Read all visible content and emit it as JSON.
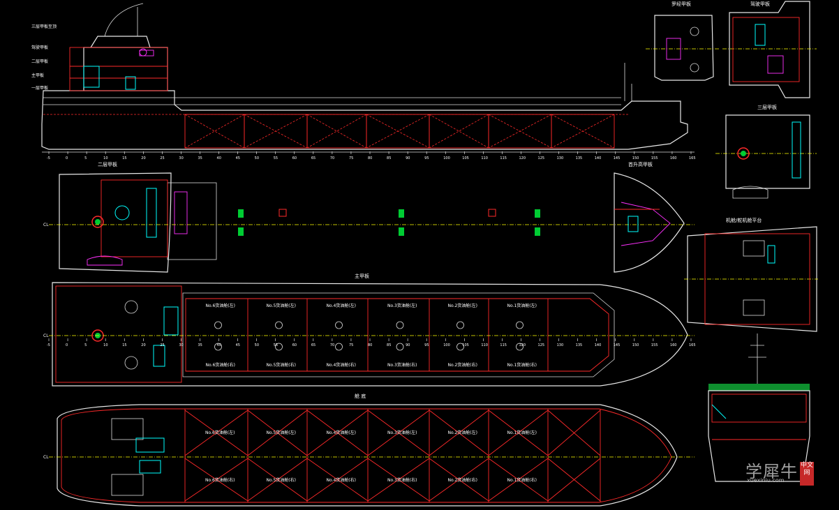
{
  "drawing": {
    "views": {
      "compass_deck": "罗经甲板",
      "bridge_deck": "驾驶甲板",
      "third_deck": "三层甲板",
      "second_deck": "二层甲板",
      "forecastle_deck": "首升高甲板",
      "main_deck": "主甲板",
      "platform": "机舱/舵机舱平台",
      "hold": "舱 底"
    },
    "profile_notes": [
      "三层甲板至顶",
      "驾驶甲板",
      "二层甲板",
      "主甲板",
      "一层甲板"
    ],
    "tanks_top": [
      "No.6货油舱(左)",
      "No.5货油舱(左)",
      "No.4货油舱(左)",
      "No.3货油舱(左)",
      "No.2货油舱(左)",
      "No.1货油舱(左)"
    ],
    "tanks_bottom": [
      "No.6货油舱(右)",
      "No.5货油舱(右)",
      "No.4货油舱(右)",
      "No.3货油舱(右)",
      "No.2货油舱(右)",
      "No.1货油舱(右)"
    ],
    "frame_ticks": [
      "-5",
      "0",
      "5",
      "10",
      "15",
      "20",
      "25",
      "30",
      "35",
      "40",
      "45",
      "50",
      "55",
      "60",
      "65",
      "70",
      "75",
      "80",
      "85",
      "90",
      "95",
      "100",
      "105",
      "110",
      "115",
      "120",
      "125",
      "130",
      "135",
      "140",
      "145",
      "150",
      "155",
      "160",
      "165"
    ],
    "centerline_mark": "CL"
  },
  "watermark": {
    "text": "学犀牛",
    "url": "xuexiniu.com",
    "badge": "中文网"
  },
  "colors": {
    "background": "#000000",
    "outline": "#e8e8e8",
    "structure": "#ff2a2a",
    "centerline": "#ffff00",
    "equipment": "#00ffff",
    "piping": "#ff30ff",
    "valves": "#00cc33"
  }
}
